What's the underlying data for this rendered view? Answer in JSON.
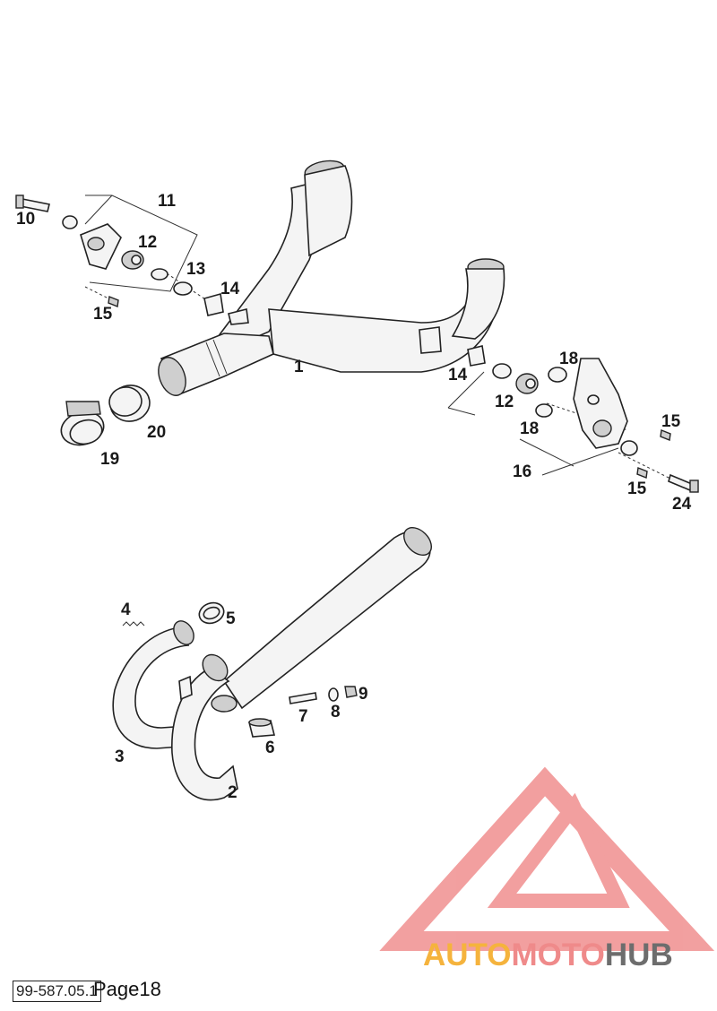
{
  "callouts": [
    {
      "id": "1",
      "text": "1"
    },
    {
      "id": "2",
      "text": "2"
    },
    {
      "id": "3",
      "text": "3"
    },
    {
      "id": "4",
      "text": "4"
    },
    {
      "id": "5",
      "text": "5"
    },
    {
      "id": "6",
      "text": "6"
    },
    {
      "id": "7",
      "text": "7"
    },
    {
      "id": "8",
      "text": "8"
    },
    {
      "id": "9",
      "text": "9"
    },
    {
      "id": "10",
      "text": "10"
    },
    {
      "id": "11",
      "text": "11"
    },
    {
      "id": "12a",
      "text": "12"
    },
    {
      "id": "12b",
      "text": "12"
    },
    {
      "id": "13",
      "text": "13"
    },
    {
      "id": "14a",
      "text": "14"
    },
    {
      "id": "14b",
      "text": "14"
    },
    {
      "id": "15a",
      "text": "15"
    },
    {
      "id": "15b",
      "text": "15"
    },
    {
      "id": "15c",
      "text": "15"
    },
    {
      "id": "16",
      "text": "16"
    },
    {
      "id": "18a",
      "text": "18"
    },
    {
      "id": "18b",
      "text": "18"
    },
    {
      "id": "19",
      "text": "19"
    },
    {
      "id": "20",
      "text": "20"
    },
    {
      "id": "24",
      "text": "24"
    }
  ],
  "footer": {
    "doc_ref": "99-587.05.1",
    "page": "Page18"
  },
  "watermark": {
    "part1": "AUTO",
    "part2": "MOTO",
    "part3": "HUB",
    "colors": {
      "auto": "#f5b33d",
      "moto": "#ef8a8a",
      "hub": "#6d6d6d",
      "triangle": "#f08f8f"
    }
  }
}
